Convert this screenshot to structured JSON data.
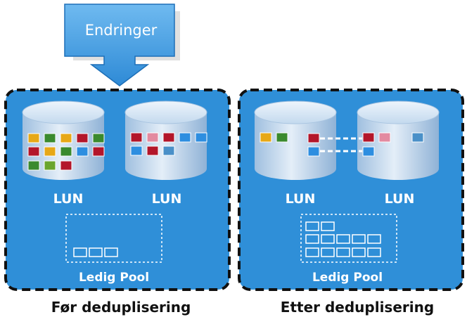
{
  "callout": {
    "label": "Endringer"
  },
  "panels": [
    {
      "lun_labels": [
        "LUN",
        "LUN"
      ],
      "pool_label": "Ledig Pool",
      "caption": "Før deduplisering"
    },
    {
      "lun_labels": [
        "LUN",
        "LUN"
      ],
      "pool_label": "Ledig Pool",
      "caption": "Etter deduplisering"
    }
  ],
  "colors": {
    "panel_fill": "#2f8fd8",
    "panel_border": "#111111",
    "callout_fill": "#4ea6e6",
    "cylinder_body": "#b9d3ea",
    "cylinder_top": "#d9e8f5",
    "block_orange": "#e7a817",
    "block_green": "#3a8a2e",
    "block_red": "#b3162a",
    "block_blue": "#2d8ee0",
    "block_pink": "#e38aa0",
    "block_steel": "#4a90c8"
  }
}
